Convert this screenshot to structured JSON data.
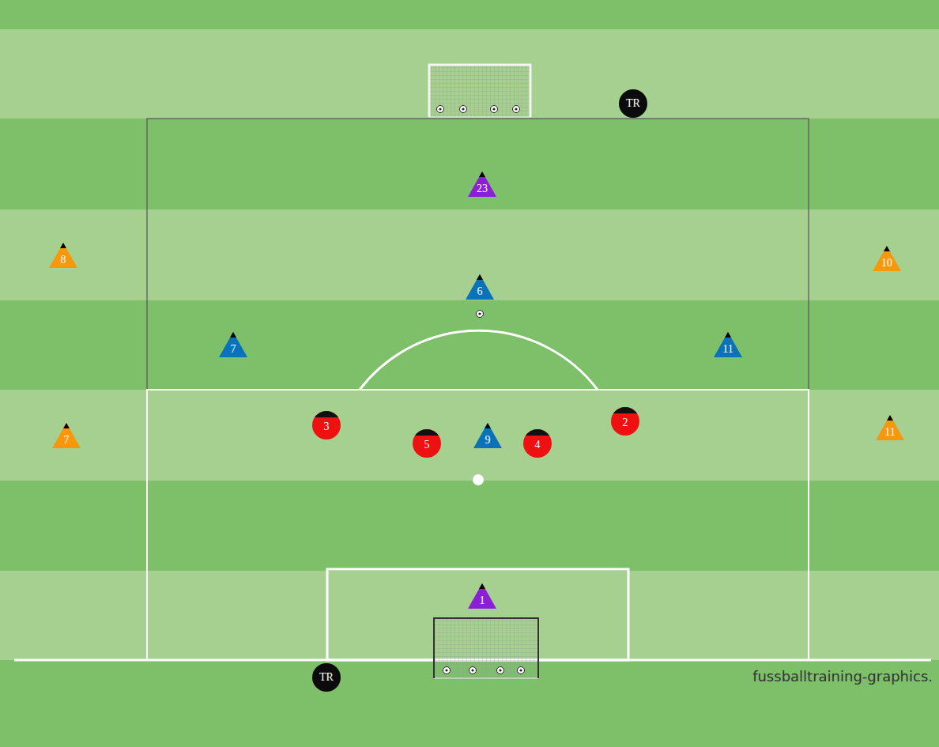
{
  "diagram": {
    "nodes": [
      {
        "text": [
          "TR"
        ]
      },
      {
        "text": [
          "23"
        ]
      },
      {
        "text": [
          "8"
        ]
      },
      {
        "text": [
          "10"
        ]
      },
      {
        "text": [
          "6"
        ]
      },
      {
        "text": [
          "7"
        ]
      },
      {
        "text": [
          "11"
        ]
      },
      {
        "text": [
          "3"
        ]
      },
      {
        "text": [
          "2"
        ]
      },
      {
        "text": [
          "7"
        ]
      },
      {
        "text": [
          "9"
        ]
      },
      {
        "text": [
          "11"
        ]
      },
      {
        "text": [
          "5"
        ]
      },
      {
        "text": [
          "4"
        ]
      },
      {
        "text": [
          "1"
        ]
      },
      {
        "text": [
          "TR"
        ]
      }
    ],
    "labels": [
      "fussballtraining-graphics."
    ]
  }
}
